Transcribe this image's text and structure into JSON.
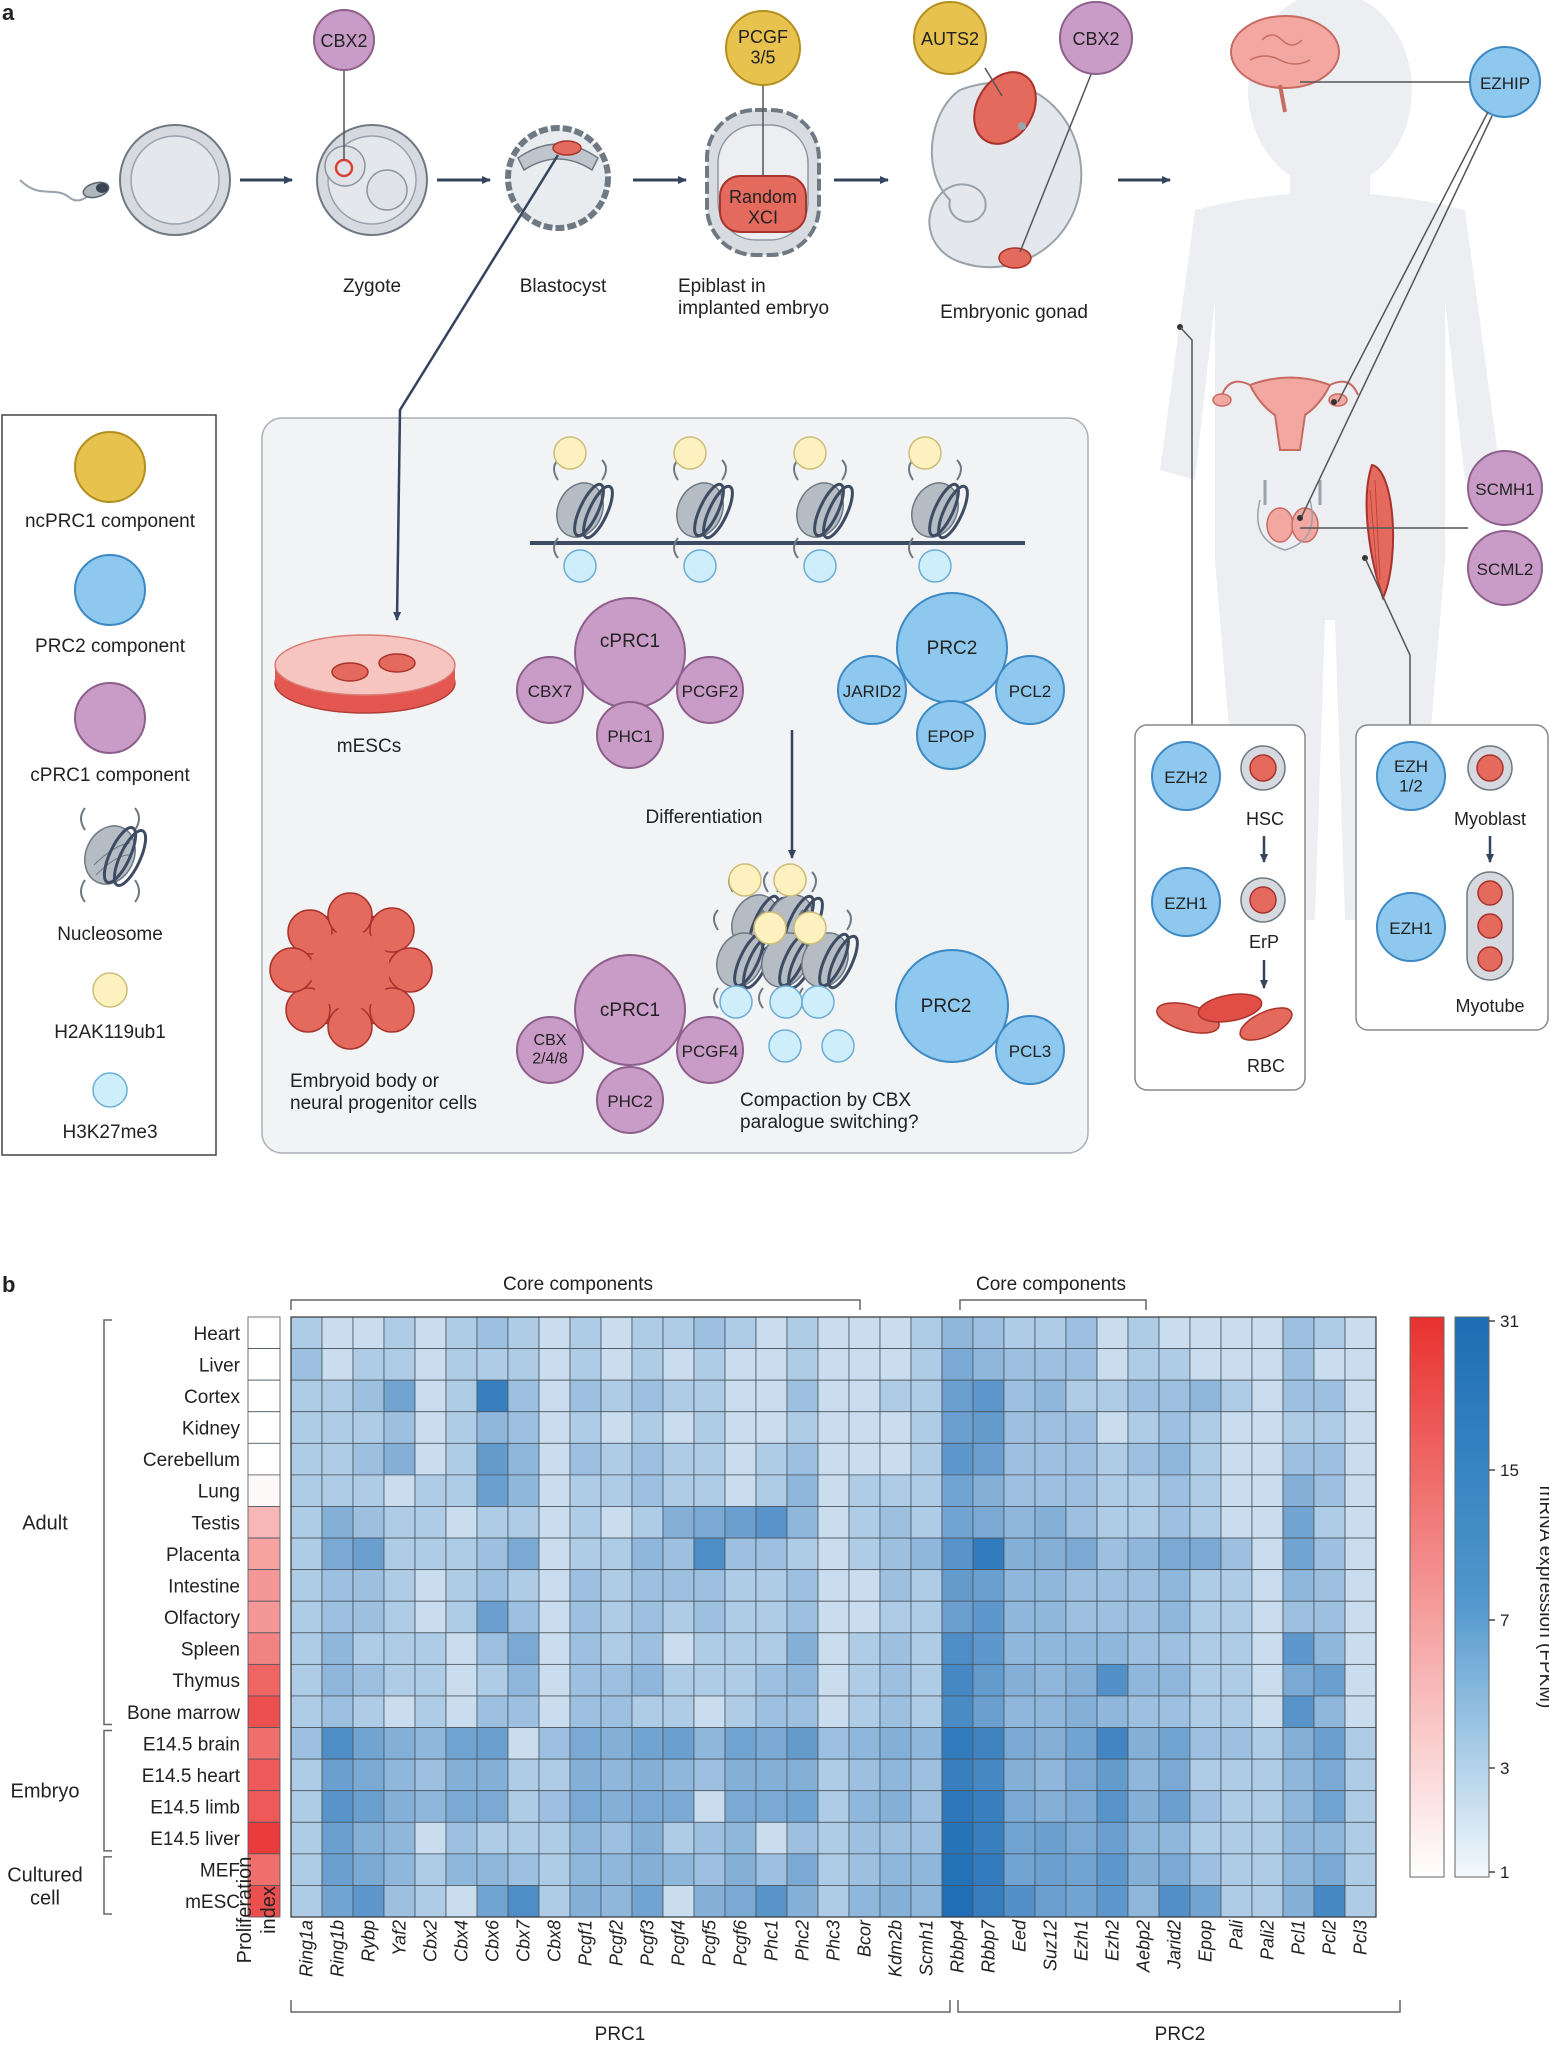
{
  "panel_a": {
    "label": "a",
    "stages": [
      "Zygote",
      "Blastocyst",
      "Epiblast in\nimplanted embryo",
      "Embryonic gonad"
    ],
    "bubbles": {
      "cbx2_zygote": "CBX2",
      "pcgf35": "PCGF\n3/5",
      "auts2": "AUTS2",
      "cbx2_gonad": "CBX2",
      "ezhip": "EZHIP",
      "scmh1": "SCMH1",
      "scml2": "SCML2"
    },
    "random_xci": "Random\nXCI",
    "legend": {
      "ncprc1": "ncPRC1 component",
      "prc2": "PRC2 component",
      "cprc1": "cPRC1 component",
      "nucleosome": "Nucleosome",
      "h2ak": "H2AK119ub1",
      "h3k27": "H3K27me3"
    },
    "inset": {
      "mescs": "mESCs",
      "eb": "Embryoid body or\nneural progenitor cells",
      "differentiation": "Differentiation",
      "compaction": "Compaction by CBX\nparalogue switching?",
      "top_cprc1": {
        "core": "cPRC1",
        "cbx": "CBX7",
        "pcgf": "PCGF2",
        "phc": "PHC1"
      },
      "top_prc2": {
        "core": "PRC2",
        "jarid": "JARID2",
        "pcl": "PCL2",
        "epop": "EPOP"
      },
      "bot_cprc1": {
        "core": "cPRC1",
        "cbx": "CBX\n2/4/8",
        "pcgf": "PCGF4",
        "phc": "PHC2"
      },
      "bot_prc2": {
        "core": "PRC2",
        "pcl": "PCL3"
      }
    },
    "blood": {
      "ezh2": "EZH2",
      "ezh1": "EZH1",
      "hsc": "HSC",
      "erp": "ErP",
      "rbc": "RBC"
    },
    "muscle": {
      "ezh12": "EZH\n1/2",
      "ezh1": "EZH1",
      "myoblast": "Myoblast",
      "myotube": "Myotube"
    }
  },
  "panel_b": {
    "label": "b",
    "core_components_1": "Core components",
    "core_components_2": "Core components",
    "prc1_label": "PRC1",
    "prc2_label": "PRC2",
    "proliferation_label": "Proliferation\nindex",
    "colorbar_label": "mRNA expression (FPKM)",
    "colorbar_ticks": [
      "31",
      "15",
      "7",
      "3",
      "1"
    ],
    "groups": [
      "Adult",
      "Embryo",
      "Cultured\ncell"
    ]
  },
  "chart_data": {
    "type": "heatmap",
    "xlabel": "",
    "ylabel": "",
    "value_unit": "mRNA expression (FPKM)",
    "color_scale": "log",
    "color_range": [
      1,
      31
    ],
    "colors": {
      "low": "#f4f9fd",
      "high": "#1d6db5",
      "prolif_low": "#ffffff",
      "prolif_high": "#e8312f"
    },
    "rows": [
      "Heart",
      "Liver",
      "Cortex",
      "Kidney",
      "Cerebellum",
      "Lung",
      "Testis",
      "Placenta",
      "Intestine",
      "Olfactory",
      "Spleen",
      "Thymus",
      "Bone marrow",
      "E14.5 brain",
      "E14.5 heart",
      "E14.5 limb",
      "E14.5 liver",
      "MEF",
      "mESC"
    ],
    "row_groups": [
      {
        "name": "Adult",
        "rows": [
          0,
          12
        ]
      },
      {
        "name": "Embryo",
        "rows": [
          13,
          16
        ]
      },
      {
        "name": "Cultured\ncell",
        "rows": [
          17,
          18
        ]
      }
    ],
    "columns": [
      "Ring1a",
      "Ring1b",
      "Rybp",
      "Yaf2",
      "Cbx2",
      "Cbx4",
      "Cbx6",
      "Cbx7",
      "Cbx8",
      "Pcgf1",
      "Pcgf2",
      "Pcgf3",
      "Pcgf4",
      "Pcgf5",
      "Pcgf6",
      "Phc1",
      "Phc2",
      "Phc3",
      "Bcor",
      "Kdm2b",
      "Scmh1",
      "Rbbp4",
      "Rbbp7",
      "Eed",
      "Suz12",
      "Ezh1",
      "Ezh2",
      "Aebp2",
      "Jarid2",
      "Epop",
      "Pali",
      "Pali2",
      "Pcl1",
      "Pcl2",
      "Pcl3"
    ],
    "proliferation_index": [
      0.0,
      0.0,
      0.0,
      0.0,
      0.0,
      0.03,
      0.35,
      0.45,
      0.5,
      0.5,
      0.6,
      0.75,
      0.85,
      0.7,
      0.8,
      0.8,
      0.95,
      0.7,
      0.85
    ],
    "values": [
      [
        3,
        2,
        2,
        3,
        2,
        3,
        4,
        3,
        2,
        3,
        2,
        3,
        3,
        4,
        3,
        2,
        3,
        2,
        2,
        2,
        3,
        5,
        4,
        3,
        3,
        4,
        2,
        3,
        2,
        2,
        2,
        2,
        4,
        3,
        2
      ],
      [
        4,
        2,
        3,
        3,
        2,
        3,
        3,
        3,
        2,
        3,
        2,
        3,
        2,
        3,
        2,
        2,
        3,
        2,
        2,
        2,
        3,
        7,
        5,
        4,
        4,
        4,
        2,
        3,
        3,
        2,
        2,
        2,
        4,
        2,
        2
      ],
      [
        3,
        3,
        4,
        8,
        2,
        3,
        20,
        4,
        2,
        4,
        3,
        4,
        3,
        3,
        2,
        2,
        4,
        2,
        2,
        3,
        3,
        9,
        11,
        4,
        5,
        3,
        3,
        4,
        4,
        5,
        3,
        2,
        4,
        4,
        2
      ],
      [
        3,
        3,
        3,
        4,
        2,
        3,
        5,
        4,
        2,
        3,
        2,
        3,
        2,
        3,
        2,
        2,
        3,
        2,
        2,
        2,
        3,
        9,
        10,
        4,
        4,
        4,
        2,
        3,
        4,
        3,
        2,
        2,
        3,
        3,
        2
      ],
      [
        3,
        3,
        4,
        6,
        2,
        3,
        10,
        5,
        2,
        4,
        3,
        4,
        3,
        3,
        2,
        3,
        4,
        2,
        2,
        2,
        3,
        11,
        9,
        4,
        4,
        4,
        3,
        4,
        5,
        3,
        2,
        2,
        4,
        4,
        2
      ],
      [
        3,
        3,
        3,
        2,
        3,
        3,
        9,
        5,
        2,
        3,
        3,
        4,
        3,
        3,
        2,
        3,
        5,
        2,
        3,
        3,
        3,
        8,
        6,
        4,
        4,
        4,
        3,
        3,
        4,
        3,
        2,
        2,
        6,
        4,
        2
      ],
      [
        3,
        6,
        4,
        3,
        3,
        2,
        3,
        3,
        2,
        3,
        2,
        3,
        6,
        7,
        9,
        12,
        5,
        2,
        3,
        4,
        3,
        8,
        7,
        5,
        6,
        4,
        3,
        3,
        4,
        3,
        2,
        2,
        8,
        3,
        2
      ],
      [
        3,
        7,
        9,
        3,
        3,
        3,
        4,
        7,
        2,
        3,
        3,
        5,
        4,
        14,
        4,
        4,
        3,
        2,
        3,
        4,
        5,
        12,
        22,
        6,
        6,
        7,
        4,
        5,
        7,
        7,
        4,
        2,
        8,
        4,
        2
      ],
      [
        3,
        4,
        4,
        3,
        2,
        3,
        4,
        3,
        2,
        4,
        3,
        4,
        4,
        4,
        3,
        3,
        4,
        2,
        2,
        4,
        3,
        10,
        9,
        5,
        5,
        4,
        4,
        4,
        5,
        3,
        3,
        2,
        5,
        4,
        2
      ],
      [
        3,
        4,
        4,
        3,
        2,
        3,
        9,
        4,
        2,
        4,
        3,
        4,
        3,
        4,
        3,
        3,
        4,
        2,
        2,
        3,
        3,
        9,
        11,
        5,
        5,
        4,
        4,
        4,
        5,
        3,
        3,
        2,
        4,
        4,
        2
      ],
      [
        3,
        5,
        3,
        3,
        3,
        2,
        4,
        7,
        2,
        4,
        3,
        4,
        2,
        3,
        3,
        3,
        6,
        2,
        3,
        4,
        3,
        14,
        11,
        5,
        5,
        5,
        5,
        4,
        4,
        3,
        3,
        2,
        11,
        5,
        2
      ],
      [
        3,
        5,
        4,
        3,
        3,
        2,
        3,
        5,
        2,
        4,
        4,
        5,
        3,
        3,
        3,
        4,
        5,
        2,
        3,
        4,
        3,
        16,
        10,
        6,
        5,
        6,
        13,
        5,
        5,
        3,
        3,
        2,
        7,
        9,
        2
      ],
      [
        3,
        4,
        3,
        2,
        3,
        2,
        4,
        4,
        2,
        4,
        4,
        3,
        3,
        2,
        3,
        4,
        4,
        2,
        3,
        4,
        3,
        15,
        9,
        5,
        5,
        6,
        5,
        4,
        4,
        3,
        3,
        2,
        12,
        5,
        2
      ],
      [
        4,
        14,
        8,
        6,
        5,
        8,
        9,
        2,
        4,
        7,
        6,
        8,
        9,
        5,
        8,
        7,
        10,
        4,
        5,
        6,
        5,
        22,
        18,
        7,
        6,
        8,
        17,
        6,
        8,
        4,
        4,
        3,
        6,
        9,
        3
      ],
      [
        3,
        9,
        7,
        5,
        4,
        6,
        6,
        3,
        3,
        6,
        5,
        6,
        5,
        4,
        6,
        6,
        6,
        3,
        4,
        5,
        4,
        20,
        16,
        6,
        5,
        7,
        10,
        5,
        7,
        3,
        3,
        3,
        5,
        7,
        3
      ],
      [
        3,
        12,
        9,
        6,
        5,
        7,
        7,
        3,
        4,
        7,
        6,
        7,
        7,
        2,
        7,
        7,
        8,
        3,
        5,
        6,
        4,
        24,
        20,
        7,
        6,
        7,
        12,
        6,
        9,
        4,
        3,
        3,
        5,
        8,
        3
      ],
      [
        3,
        9,
        6,
        5,
        2,
        4,
        3,
        3,
        3,
        5,
        4,
        6,
        3,
        4,
        5,
        2,
        4,
        3,
        4,
        4,
        4,
        26,
        20,
        8,
        9,
        7,
        9,
        5,
        5,
        3,
        3,
        3,
        5,
        5,
        3
      ],
      [
        3,
        9,
        7,
        5,
        3,
        5,
        5,
        4,
        3,
        5,
        5,
        6,
        5,
        4,
        6,
        4,
        7,
        3,
        4,
        5,
        5,
        28,
        22,
        8,
        9,
        8,
        11,
        6,
        7,
        4,
        3,
        3,
        5,
        7,
        3
      ],
      [
        3,
        8,
        11,
        4,
        3,
        2,
        8,
        14,
        3,
        6,
        5,
        8,
        2,
        6,
        7,
        12,
        6,
        3,
        5,
        6,
        5,
        30,
        21,
        13,
        9,
        8,
        11,
        5,
        13,
        8,
        3,
        3,
        6,
        16,
        3
      ]
    ]
  }
}
